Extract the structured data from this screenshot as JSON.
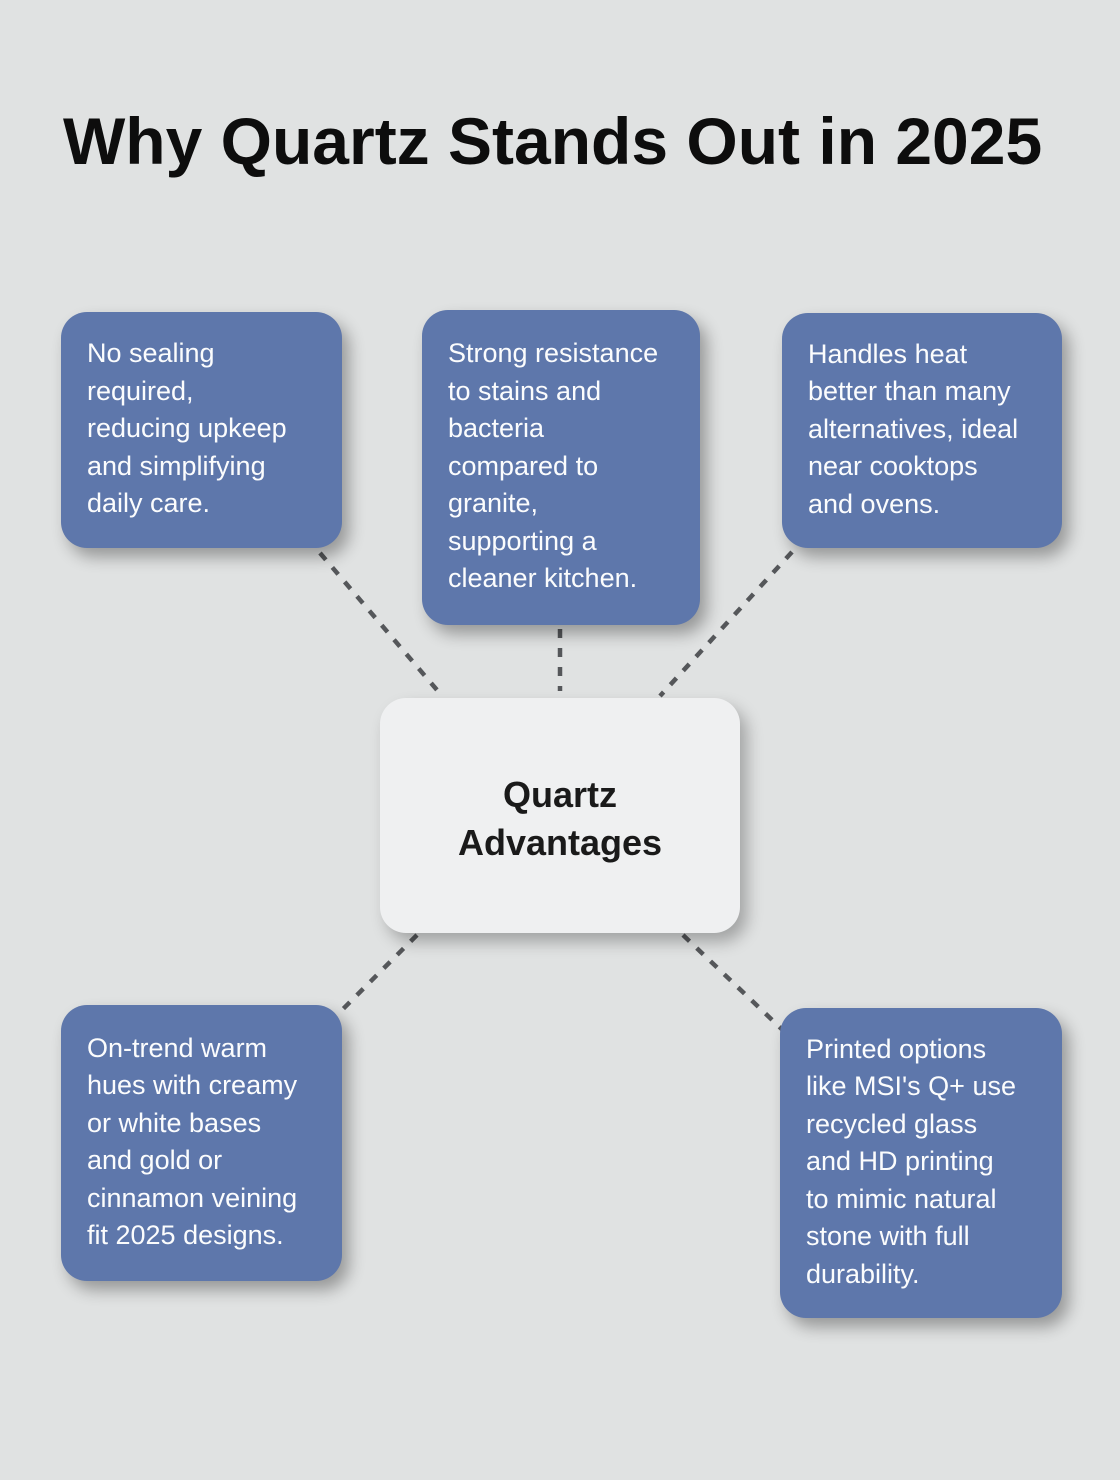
{
  "title": "Why Quartz Stands Out in 2025",
  "center": {
    "label": "Quartz\nAdvantages"
  },
  "nodes": [
    {
      "id": "top-left",
      "text": "No sealing\nrequired,\nreducing upkeep\nand simplifying\ndaily care."
    },
    {
      "id": "top-middle",
      "text": "Strong resistance\nto stains and\nbacteria\ncompared to\ngranite,\nsupporting a\ncleaner kitchen."
    },
    {
      "id": "top-right",
      "text": "Handles heat\nbetter than many\nalternatives, ideal\nnear cooktops\nand ovens."
    },
    {
      "id": "bottom-left",
      "text": "On-trend warm\nhues with creamy\nor white bases\nand gold or\ncinnamon veining\nfit 2025 designs."
    },
    {
      "id": "bottom-right",
      "text": "Printed options\nlike MSI's Q+ use\nrecycled glass\nand HD printing\nto mimic natural\nstone with full\ndurability."
    }
  ],
  "colors": {
    "background": "#e0e2e2",
    "node_bg": "#5e77ab",
    "node_text": "#fbfcfd",
    "center_bg": "#eff0f1",
    "center_text": "#1a1a1a",
    "title_color": "#0d0d0d",
    "connector": "#55575a"
  }
}
